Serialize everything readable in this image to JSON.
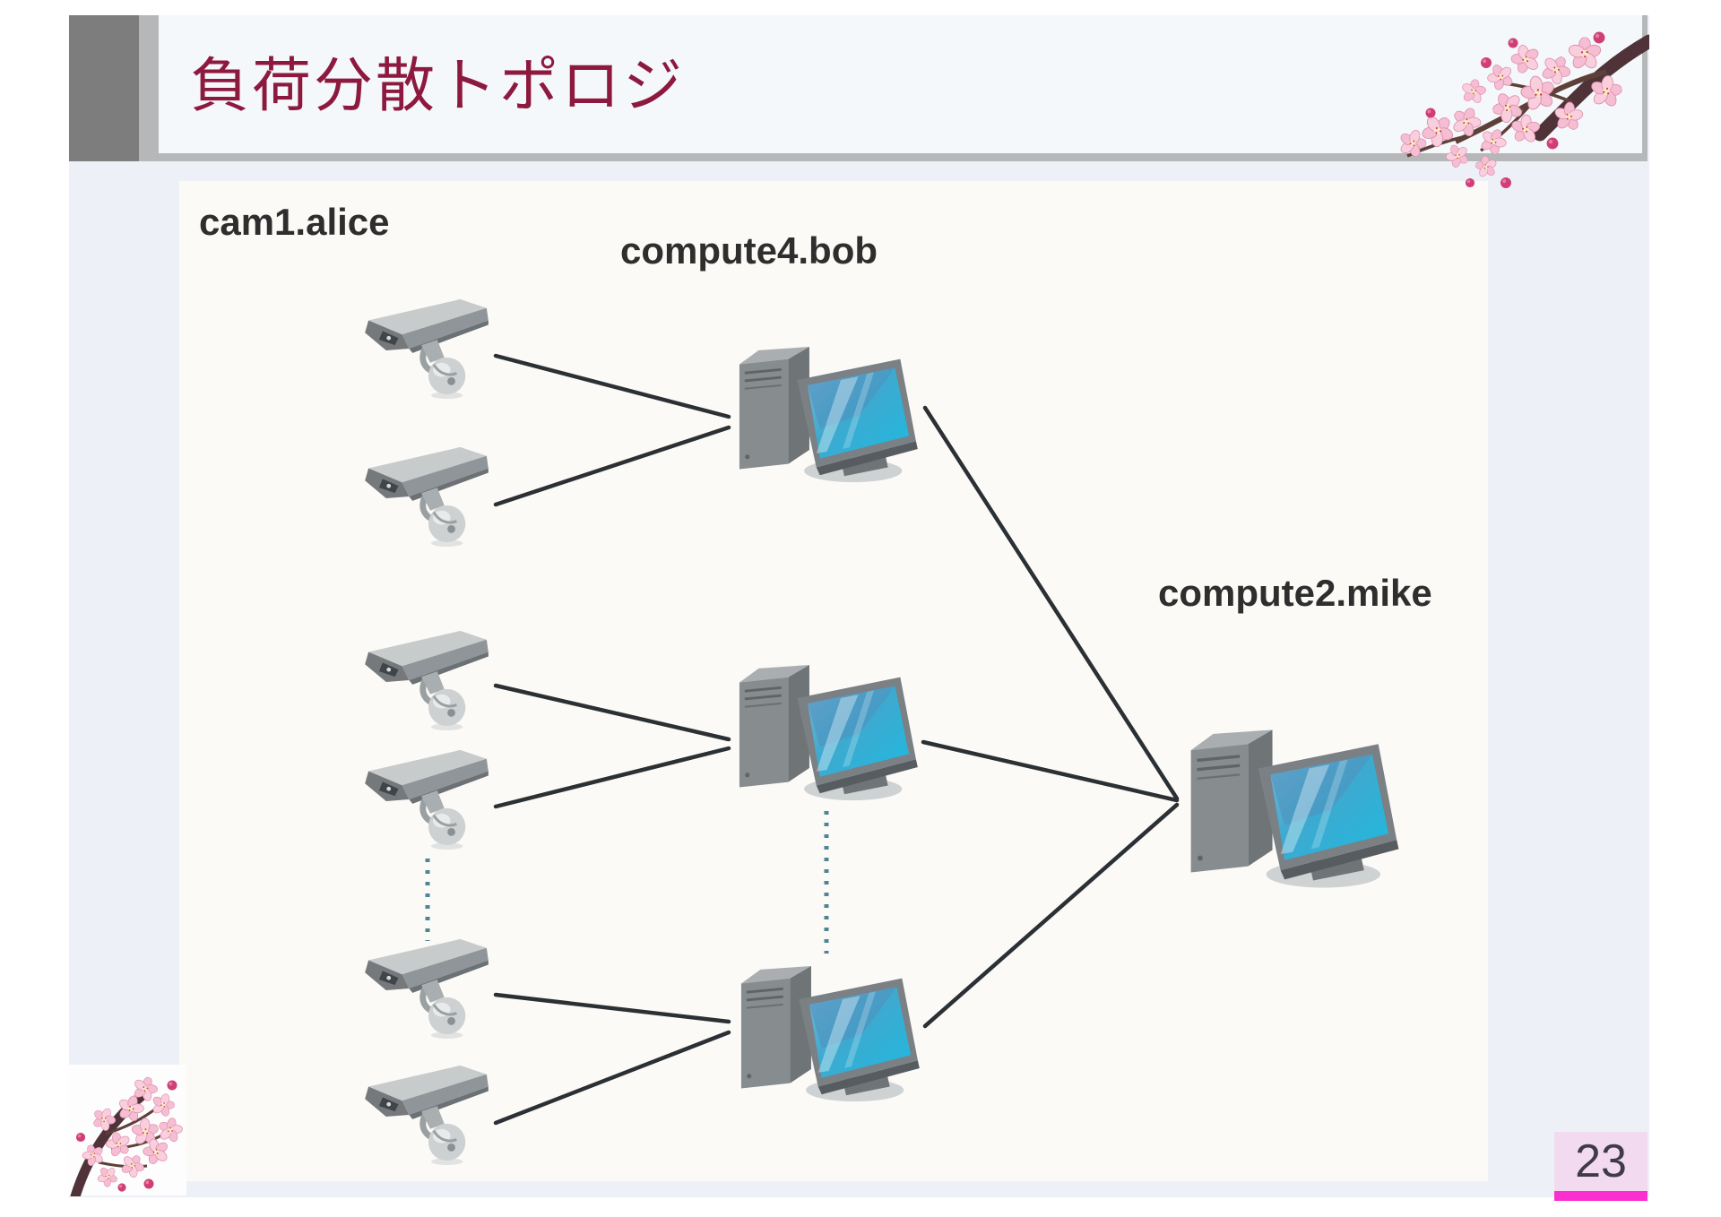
{
  "header": {
    "title": "負荷分散トポロジ"
  },
  "diagram": {
    "labels": {
      "camera_group": "cam1.alice",
      "compute_layer1": "compute4.bob",
      "compute_layer2": "compute2.mike"
    },
    "nodes": {
      "cameras_visible": 6,
      "layer1_computers": 3,
      "layer2_computers": 1
    },
    "edges": [
      {
        "from": "camera-a1",
        "to": "compute4-bob-1"
      },
      {
        "from": "camera-a2",
        "to": "compute4-bob-1"
      },
      {
        "from": "camera-b1",
        "to": "compute4-bob-2"
      },
      {
        "from": "camera-b2",
        "to": "compute4-bob-2"
      },
      {
        "from": "camera-c1",
        "to": "compute4-bob-3"
      },
      {
        "from": "camera-c2",
        "to": "compute4-bob-3"
      },
      {
        "from": "compute4-bob-1",
        "to": "compute2-mike"
      },
      {
        "from": "compute4-bob-2",
        "to": "compute2-mike"
      },
      {
        "from": "compute4-bob-3",
        "to": "compute2-mike"
      }
    ],
    "ellipsis": "dotted continuation marks between repeated cameras and computers"
  },
  "footer": {
    "page_number": "23"
  },
  "colors": {
    "title_text": "#8d1a3e",
    "accent_bar_dark": "#7d7d7d",
    "accent_band_light": "#b5b7b9",
    "slide_background": "#edf1f7",
    "diagram_background": "#fcfaf7",
    "connection_line": "#2b3034",
    "dotted_line": "#4d8691",
    "monitor_screen": "#2fb4da",
    "badge_background": "#f2dbf1",
    "badge_bar": "#fb2fd0",
    "blossom_pink": "#f6bed2"
  }
}
